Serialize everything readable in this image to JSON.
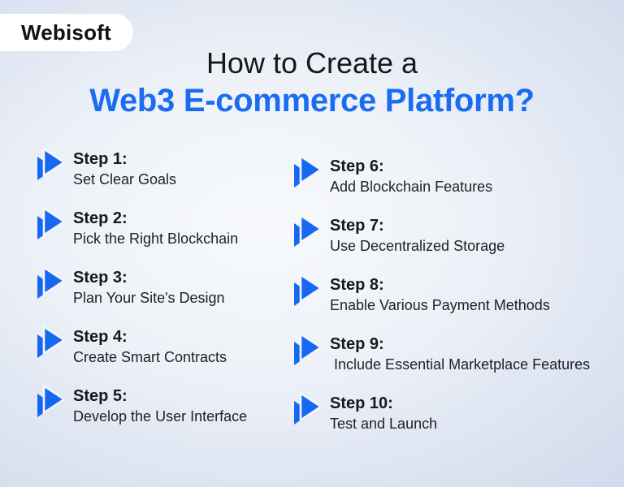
{
  "brand": {
    "logo_text": "Webisoft"
  },
  "title": {
    "line1": "How to Create a",
    "line2": "Web3 E-commerce Platform?"
  },
  "steps": {
    "left": [
      {
        "label": "Step 1:",
        "description": "Set Clear Goals"
      },
      {
        "label": "Step 2:",
        "description": "Pick the Right Blockchain"
      },
      {
        "label": "Step 3:",
        "description": "Plan Your Site's Design"
      },
      {
        "label": "Step 4:",
        "description": "Create Smart Contracts"
      },
      {
        "label": "Step 5:",
        "description": "Develop the User Interface"
      }
    ],
    "right": [
      {
        "label": "Step 6:",
        "description": "Add Blockchain Features"
      },
      {
        "label": "Step 7:",
        "description": "Use Decentralized Storage"
      },
      {
        "label": "Step 8:",
        "description": "Enable Various Payment Methods"
      },
      {
        "label": "Step 9:",
        "description": " Include Essential Marketplace Features"
      },
      {
        "label": "Step 10:",
        "description": "Test and Launch"
      }
    ]
  },
  "icons": {
    "step_marker": "fast-forward-double-arrow"
  },
  "colors": {
    "accent_blue": "#1668f0",
    "title_blue": "#1b6cf2",
    "text_dark": "#17181c",
    "logo_background": "#ffffff",
    "background_center": "#f7f9fc",
    "background_edge": "#cbd5e9"
  }
}
